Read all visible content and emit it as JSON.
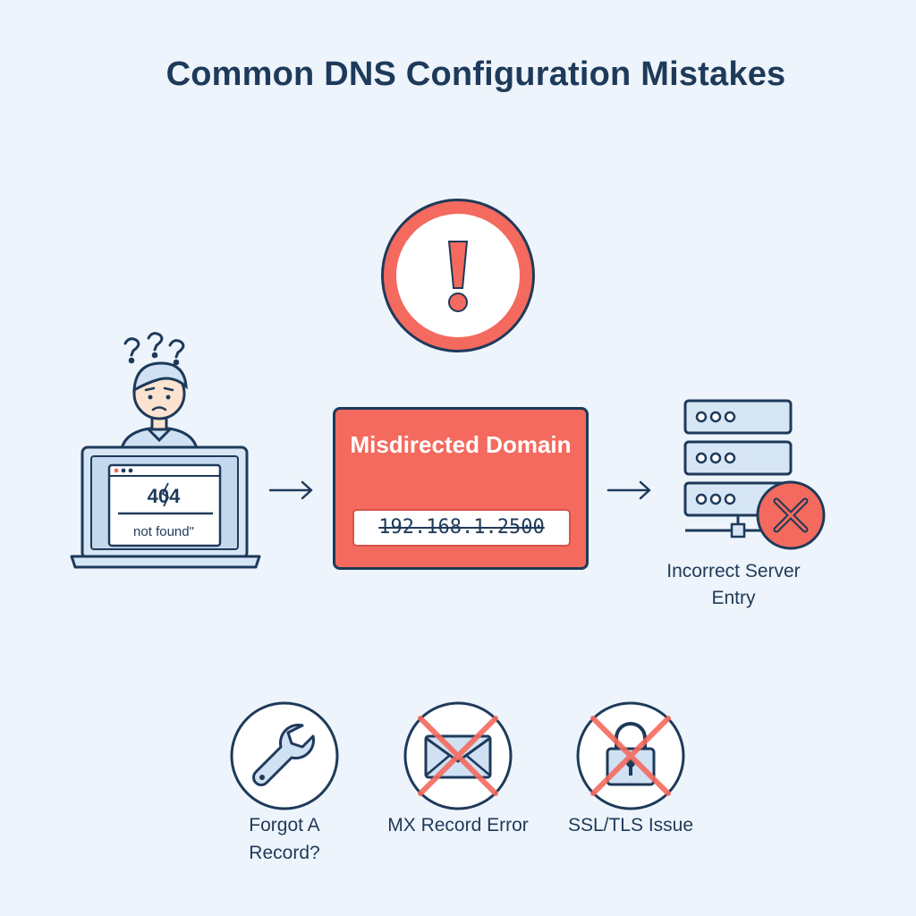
{
  "title": "Common DNS Configuration Mistakes",
  "browser_error": {
    "code": "404",
    "message": "not found\""
  },
  "misdirected": {
    "title": "Misdirected Domain",
    "ip": "192.168.1.2500"
  },
  "server": {
    "caption": "Incorrect Server Entry"
  },
  "issues": [
    {
      "label": "Forgot A Record?",
      "icon": "wrench-icon"
    },
    {
      "label": "MX Record Error",
      "icon": "envelope-icon"
    },
    {
      "label": "SSL/TLS Issue",
      "icon": "lock-icon"
    }
  ],
  "colors": {
    "accent": "#f46a5e",
    "ink": "#1e3a5a",
    "background": "#eef4fb",
    "panel": "#d7e6f5"
  }
}
